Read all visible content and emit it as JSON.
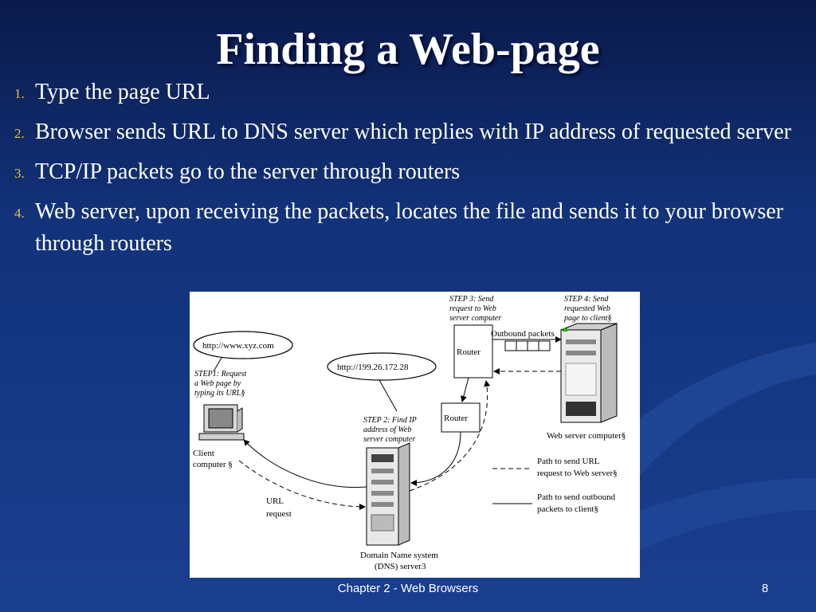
{
  "slide": {
    "title": "Finding a Web-page",
    "footer": "Chapter 2 - Web Browsers",
    "page_number": "8"
  },
  "steps": [
    {
      "num": "1.",
      "text": "Type the page URL"
    },
    {
      "num": "2.",
      "text": "Browser sends URL to DNS server which replies with IP address of requested server"
    },
    {
      "num": "3.",
      "text": "TCP/IP packets go to the server through routers"
    },
    {
      "num": "4.",
      "text": "Web server, upon receiving the packets, locates the file and sends it to your browser through routers"
    }
  ],
  "diagram": {
    "bubble_url": "http://www.xyz.com",
    "bubble_ip": "http://199.26.172.28",
    "step1": [
      "STEP1: Request",
      "a Web page by",
      "typing its URL§"
    ],
    "step2": [
      "STEP 2: Find IP",
      "address of Web",
      "server computer"
    ],
    "step3": [
      "STEP 3: Send",
      "request to Web",
      "server computer"
    ],
    "step4": [
      "STEP 4: Send",
      "requested Web",
      "page to client§"
    ],
    "outbound_packets": "Outbound packets",
    "router_top": "Router",
    "router_mid": "Router",
    "web_server": "Web server computer§",
    "client": [
      "Client",
      "computer §"
    ],
    "url_request": [
      "URL",
      "request"
    ],
    "dns": [
      "Domain Name system",
      "(DNS) server3"
    ],
    "legend_dashed": [
      "Path to send URL",
      "request to Web server§"
    ],
    "legend_solid": [
      "Path to send  outbound",
      "packets to client§"
    ]
  }
}
